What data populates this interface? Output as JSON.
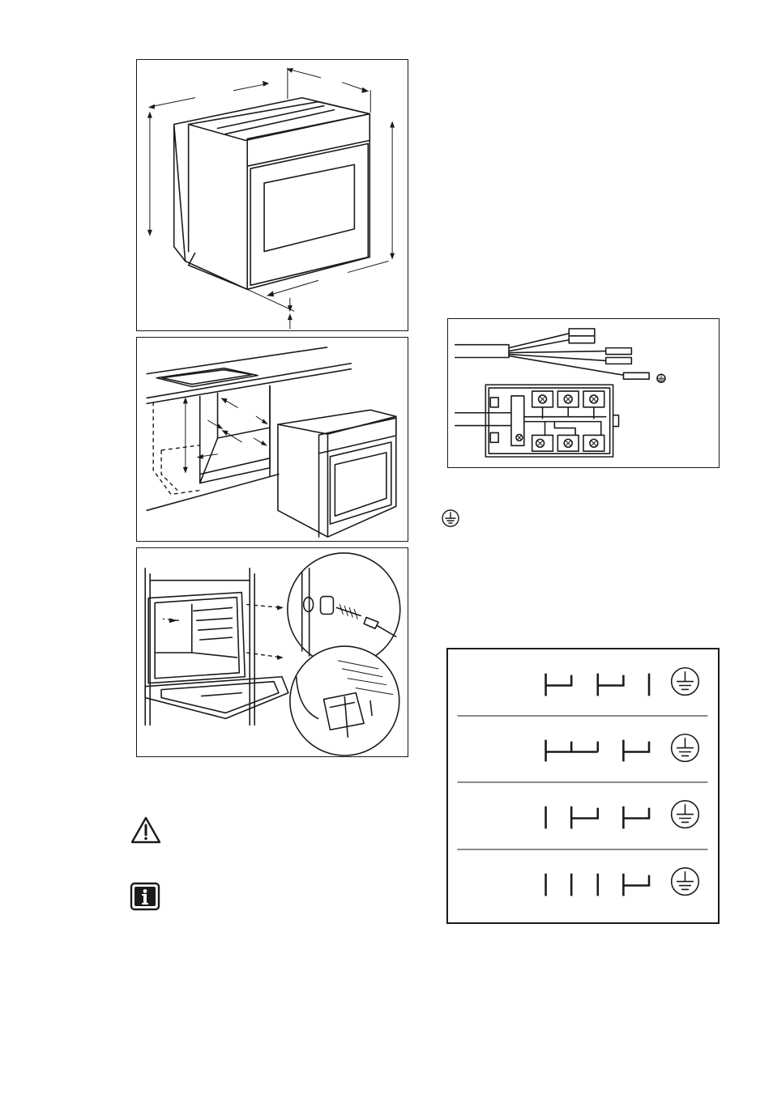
{
  "figures": {
    "oven_dimensions": {
      "icon": "oven-dimensions-figure"
    },
    "cabinet_installation": {
      "icon": "cabinet-installation-figure"
    },
    "fixing_screws": {
      "icon": "fixing-screws-figure"
    },
    "terminal_block": {
      "icon": "terminal-block-figure"
    },
    "connection_table": {
      "rows": [
        {
          "icon": "connection-config-1"
        },
        {
          "icon": "connection-config-2"
        },
        {
          "icon": "connection-config-3"
        },
        {
          "icon": "connection-config-4"
        }
      ]
    }
  },
  "symbols": {
    "earth": "earth-symbol",
    "warning": "warning-triangle-icon",
    "info": "info-icon"
  },
  "colors": {
    "line": "#1a1a1a",
    "background": "#ffffff"
  }
}
